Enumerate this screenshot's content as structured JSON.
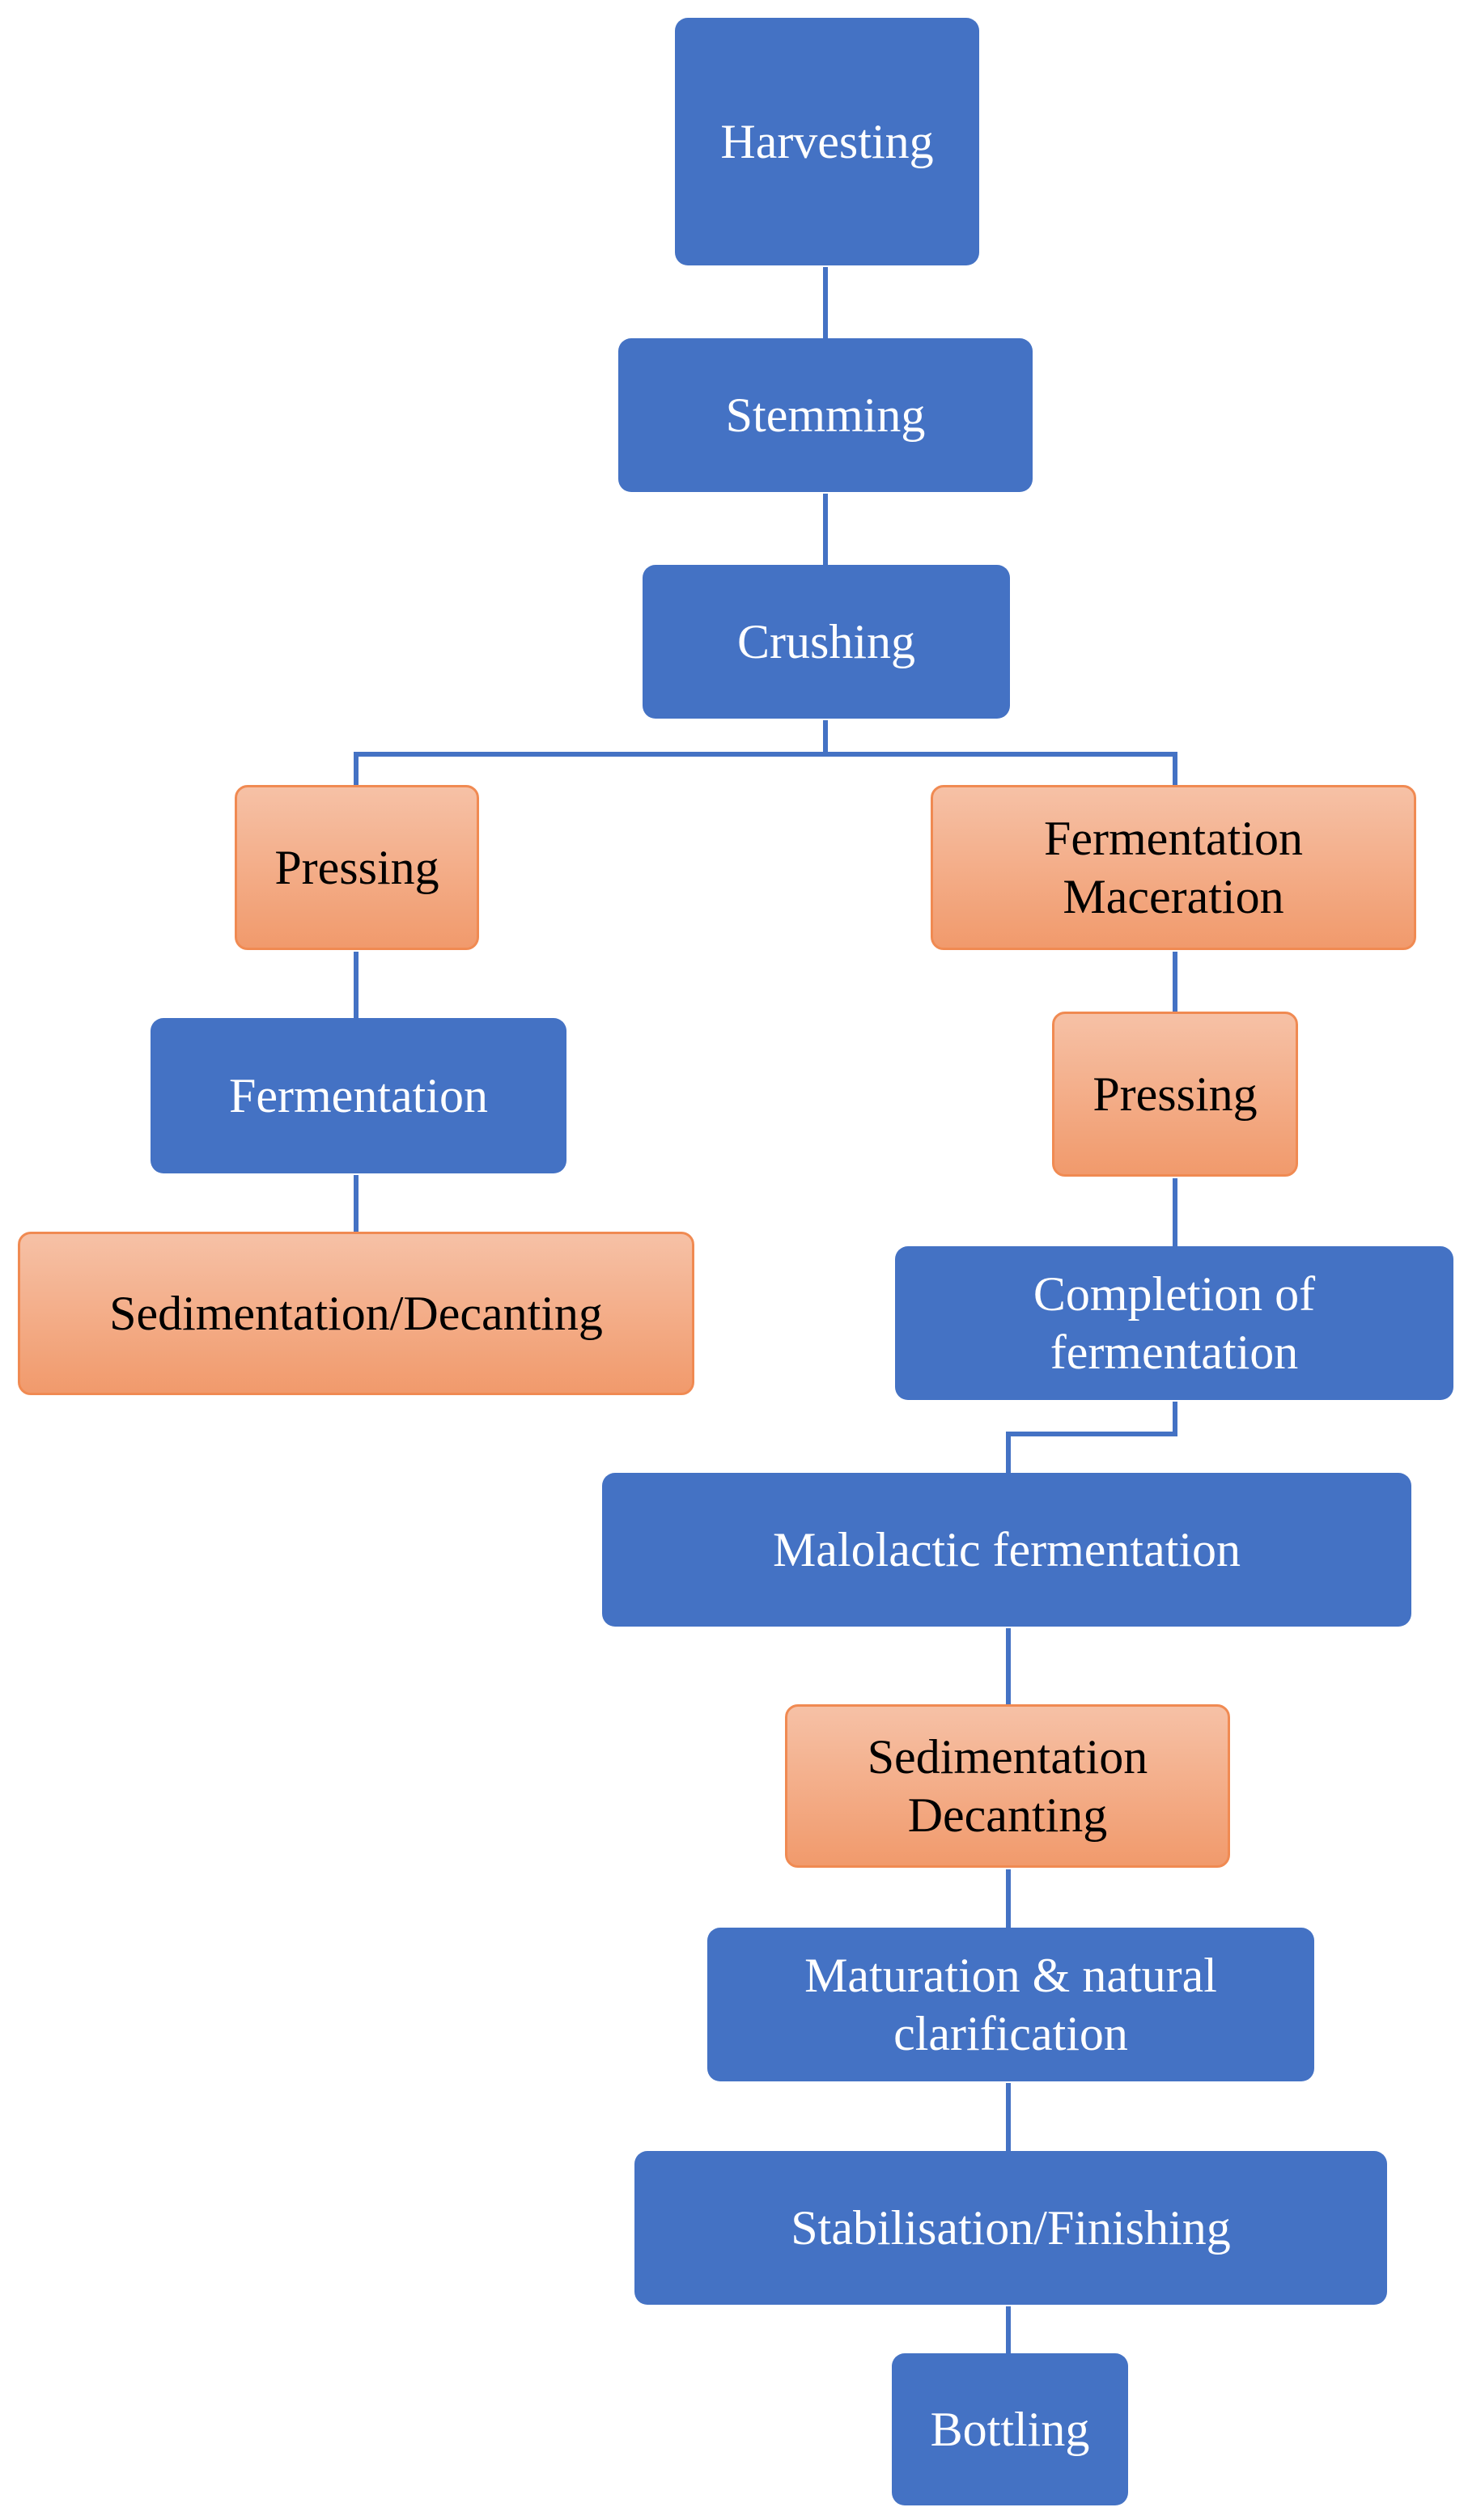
{
  "steps": {
    "harvesting": "Harvesting",
    "stemming": "Stemming",
    "crushing": "Crushing",
    "pressing_white": "Pressing",
    "fermentation_white": "Fermentation",
    "sedimentation_decanting_white": "Sedimentation/Decanting",
    "fermentation_maceration": [
      "Fermentation",
      "Maceration"
    ],
    "pressing_red": "Pressing",
    "completion_of_fermentation": [
      "Completion of",
      "fermentation"
    ],
    "malolactic_fermentation": "Malolactic fermentation",
    "sedimentation_decanting_red": [
      "Sedimentation",
      "Decanting"
    ],
    "maturation": [
      "Maturation & natural",
      "clarification"
    ],
    "stabilisation": "Stabilisation/Finishing",
    "bottling": "Bottling"
  },
  "colors": {
    "process_step": "#4472c4",
    "separation_step": "#f4b183",
    "connector": "#4472c4"
  }
}
